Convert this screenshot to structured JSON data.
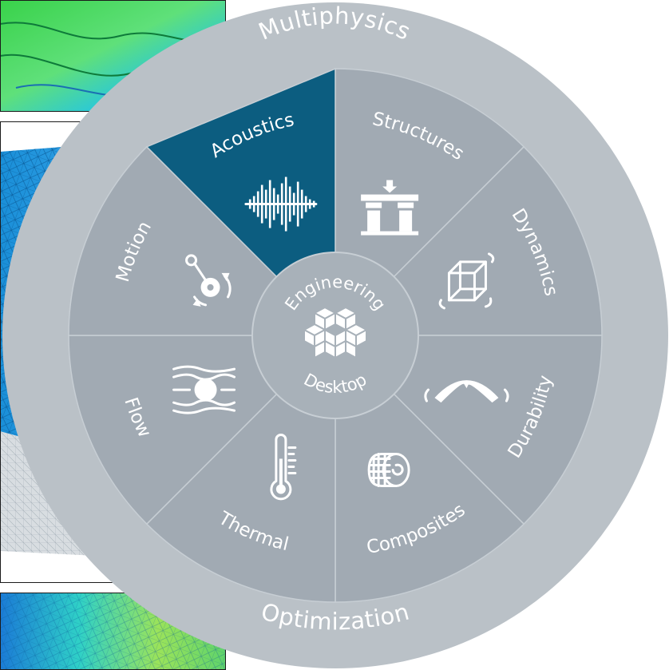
{
  "wheel": {
    "outer_top_label": "Multiphysics",
    "outer_bottom_label": "Optimization",
    "center": {
      "line1": "Engineering",
      "line2": "Desktop"
    },
    "segments": [
      {
        "label": "Structures",
        "icon": "beam-load-icon",
        "active": false
      },
      {
        "label": "Dynamics",
        "icon": "vibrating-cube-icon",
        "active": false
      },
      {
        "label": "Durability",
        "icon": "cracked-arc-icon",
        "active": false
      },
      {
        "label": "Composites",
        "icon": "fiber-roll-icon",
        "active": false
      },
      {
        "label": "Thermal",
        "icon": "thermometer-icon",
        "active": false
      },
      {
        "label": "Flow",
        "icon": "flow-around-ball-icon",
        "active": false
      },
      {
        "label": "Motion",
        "icon": "linkage-rotation-icon",
        "active": false
      },
      {
        "label": "Acoustics",
        "icon": "sound-wave-icon",
        "active": true
      }
    ],
    "colors": {
      "outer_ring": "#bac1c7",
      "segment": "#a1aab3",
      "hub": "#a8b1b9",
      "active_segment": "#0c5d80",
      "divider": "#c7ced4",
      "text": "#ffffff"
    }
  },
  "background": {
    "panels": [
      "fea-contour-panel",
      "mesh-panel",
      "mesh-contour-panel"
    ]
  }
}
